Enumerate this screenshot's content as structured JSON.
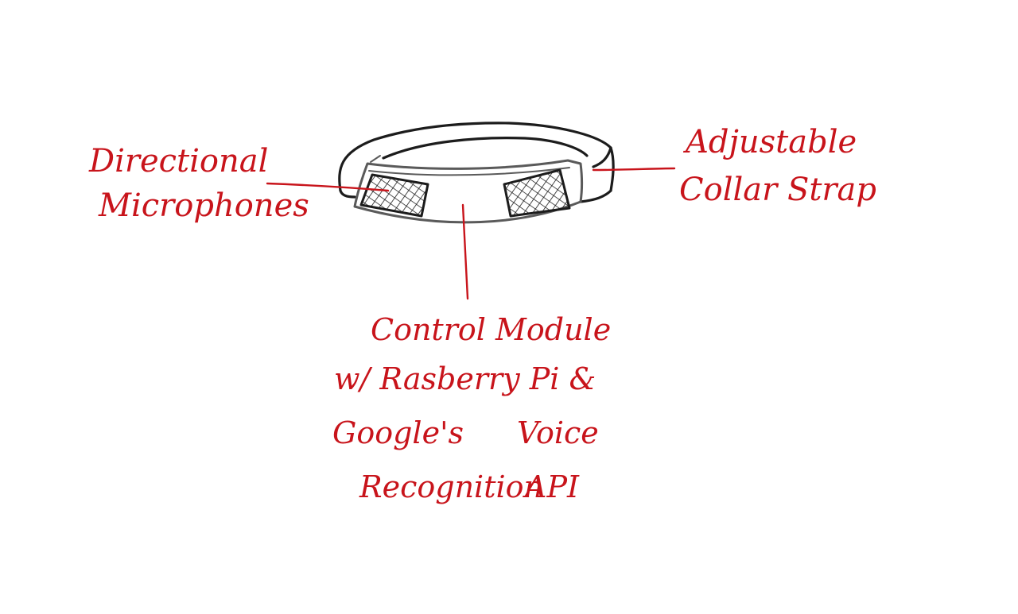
{
  "colors": {
    "ink": "#c8141b",
    "pencil": "#1c1c1c",
    "background": "#ffffff"
  },
  "labels": {
    "microphones": {
      "line1": "Directional",
      "line2": "Microphones"
    },
    "strap": {
      "line1": "Adjustable",
      "line2": "Collar Strap"
    },
    "module": {
      "line1": "Control Module",
      "line2": "w/ Rasberry Pi &",
      "line3_left": "Google's",
      "line3_right": "Voice",
      "line4_left": "Recognition",
      "line4_right": "API"
    }
  }
}
